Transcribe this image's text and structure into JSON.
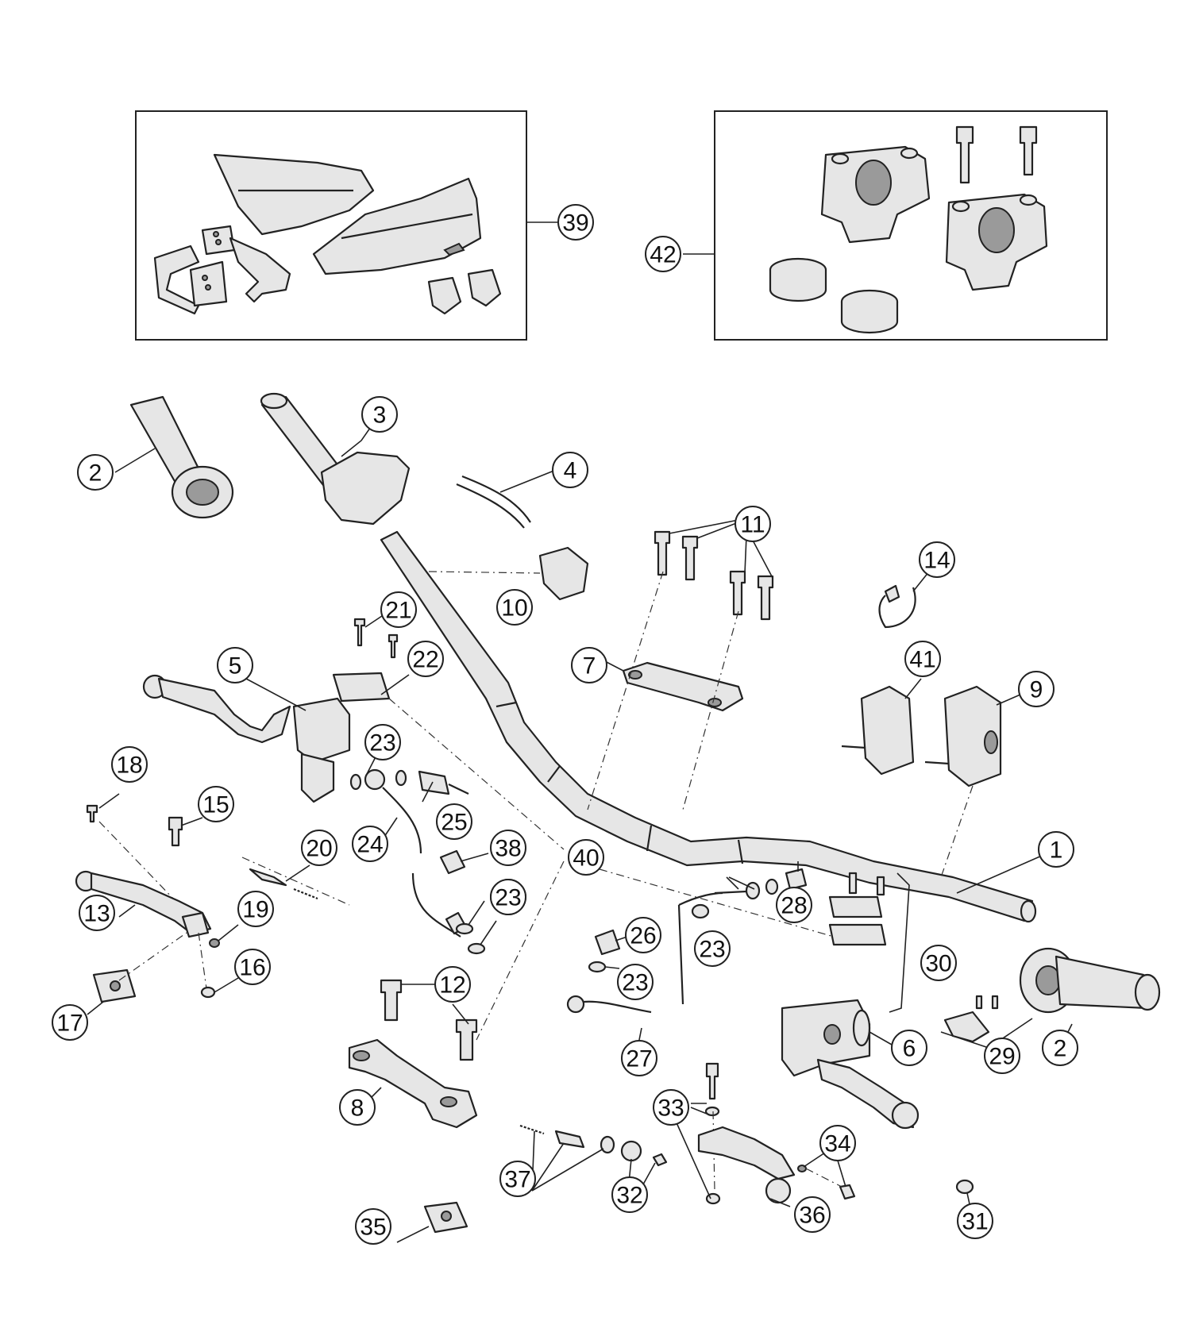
{
  "callouts": [
    "1",
    "2",
    "2",
    "3",
    "4",
    "5",
    "6",
    "7",
    "8",
    "9",
    "10",
    "11",
    "12",
    "13",
    "14",
    "15",
    "16",
    "17",
    "18",
    "19",
    "20",
    "21",
    "22",
    "23",
    "23",
    "23",
    "23",
    "23",
    "24",
    "25",
    "26",
    "27",
    "28",
    "29",
    "30",
    "31",
    "32",
    "33",
    "34",
    "35",
    "36",
    "37",
    "38",
    "39",
    "40",
    "41",
    "42"
  ]
}
